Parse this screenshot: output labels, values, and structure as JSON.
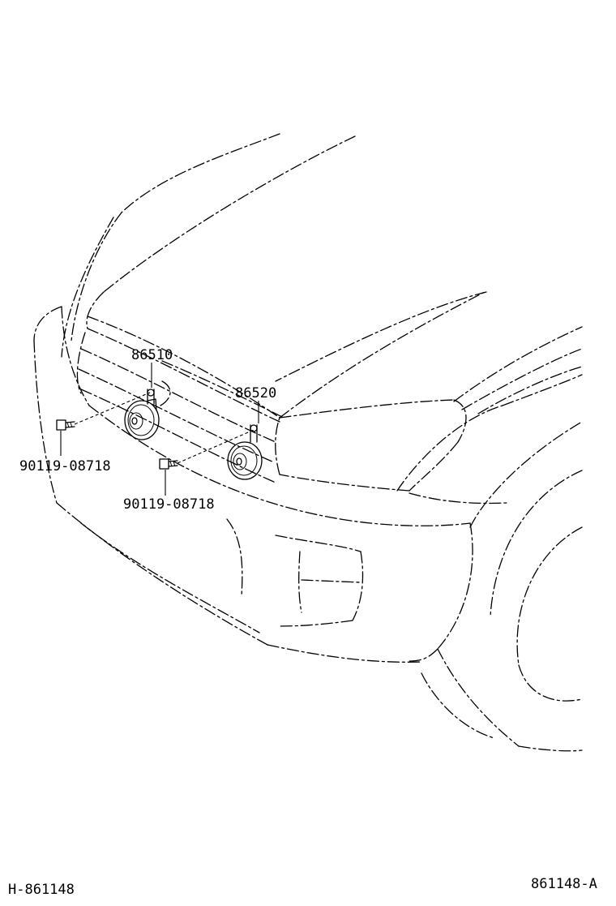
{
  "labels": {
    "part_horn_high": "86510",
    "part_horn_low": "86520",
    "bolt_left": "90119-08718",
    "bolt_right": "90119-08718",
    "figure_id_left": "H-861148",
    "figure_id_right": "861148-A"
  }
}
